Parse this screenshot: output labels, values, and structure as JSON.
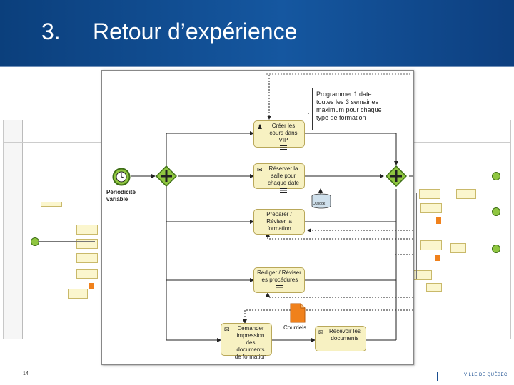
{
  "header": {
    "number": "3.",
    "title": "Retour d’expérience"
  },
  "process": {
    "start_event_label": "Périodicité variable",
    "annotation": "Programmer 1 date toutes les 3 semaines maximum pour chaque type de formation",
    "tasks": [
      {
        "label": "Créer les cours dans VIP",
        "icon": "user-icon"
      },
      {
        "label": "Réserver la salle pour chaque date",
        "icon": "envelope-icon"
      },
      {
        "label": "Préparer / Réviser la formation",
        "icon": ""
      },
      {
        "label": "Rédiger / Réviser les procédures",
        "icon": ""
      },
      {
        "label": "Demander impression des documents de formation",
        "icon": "envelope-icon"
      },
      {
        "label": "Recevoir les documents",
        "icon": "envelope-open-icon"
      }
    ],
    "artifacts": {
      "courriels_label": "Courriels",
      "outlook_label": "Outlook"
    }
  },
  "footer": {
    "page_number": "14",
    "brand": "VILLE DE QUÉBEC"
  },
  "colors": {
    "header_blue": "#1557a0",
    "task_fill": "#f7f1c2",
    "start_event_green": "#8fc640",
    "gateway_green": "#8fc640",
    "document_orange": "#f0811c"
  }
}
